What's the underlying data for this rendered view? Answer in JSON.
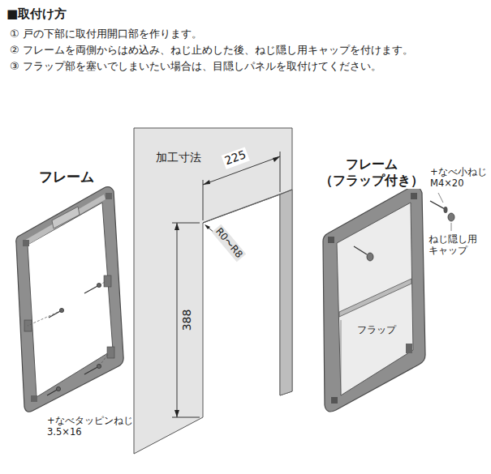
{
  "diagram": {
    "title": "■取付け方",
    "labels": [
      "① 戸の下部に取付用開口部を作ります。",
      "② フレームを両側からはめ込み、ねじ止めした後、ねじ隠し用キャップを付けます。",
      "③ フラップ部を塞いでしまいたい場合は、目隠しパネルを取付けてください。",
      "フレーム",
      "加工寸法",
      "225",
      "R0〜R8",
      "388",
      "フレーム （フラップ付き）",
      "+なべ小ねじ M4×20",
      "ねじ隠し用 キャップ",
      "フラップ",
      "+なべタッピンねじ 3.5×16"
    ]
  }
}
